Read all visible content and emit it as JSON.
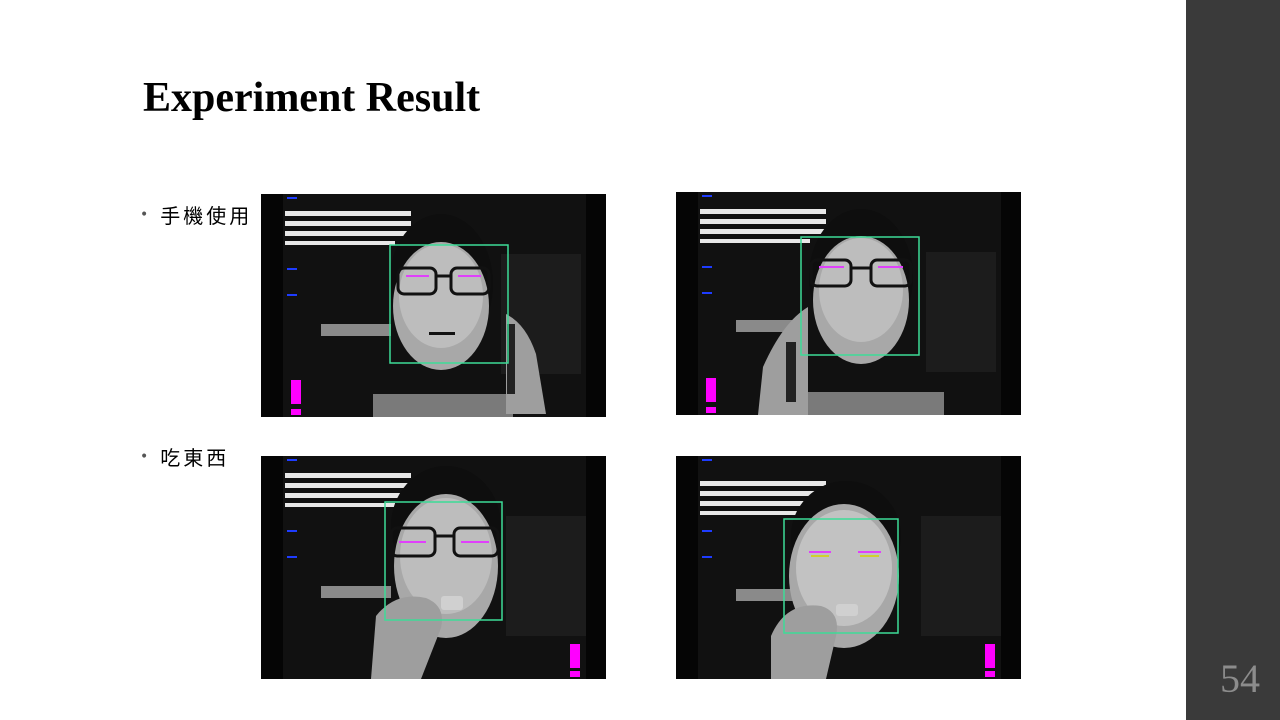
{
  "title": "Experiment Result",
  "page_number": "54",
  "bullets": [
    {
      "bullet_glyph": "•",
      "label": "手機使用"
    },
    {
      "bullet_glyph": "•",
      "label": "吃東西"
    }
  ],
  "colors": {
    "sidebar": "#3a3a3a",
    "face_box": "#3ddc97",
    "landmarks": "#e040fb",
    "indicator": "#ff00ff",
    "scale_marks": "#1e3cff"
  }
}
